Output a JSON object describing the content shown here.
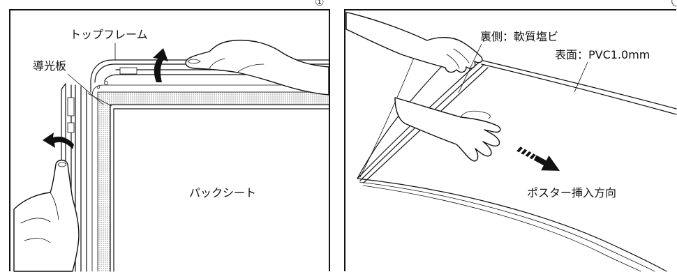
{
  "left_panel": {
    "step": "①",
    "top_frame_label": "トップフレーム",
    "light_guide_label": "導光板",
    "back_sheet_label": "パックシート"
  },
  "right_panel": {
    "back_side_label": "裏側：軟質塩ビ",
    "front_side_label": "表面：PVC1.0mm",
    "insert_direction_label": "ポスター挿入方向"
  },
  "colors": {
    "line": "#111111",
    "background": "#ffffff"
  }
}
